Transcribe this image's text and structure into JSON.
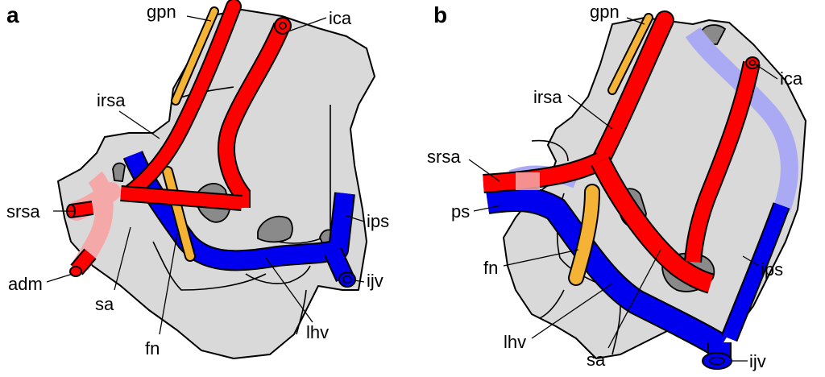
{
  "figure": {
    "panels": [
      {
        "letter": "a",
        "labels": {
          "gpn": "gpn",
          "ica": "ica",
          "irsa": "irsa",
          "srsa": "srsa",
          "adm": "adm",
          "sa": "sa",
          "fn": "fn",
          "lhv": "lhv",
          "ips": "ips",
          "ijv": "ijv"
        }
      },
      {
        "letter": "b",
        "labels": {
          "gpn": "gpn",
          "ica": "ica",
          "irsa": "irsa",
          "srsa": "srsa",
          "ps": "ps",
          "fn": "fn",
          "lhv": "lhv",
          "sa": "sa",
          "ips": "ips",
          "ijv": "ijv"
        }
      }
    ],
    "colors": {
      "artery": "#ff0000",
      "vein": "#0000ee",
      "nerve": "#f5b335",
      "bone": "#d9d9d9",
      "cavity": "#8a8a8a",
      "artery_faded": "#f4a8a8",
      "vein_faded": "#aaaaf4"
    }
  }
}
